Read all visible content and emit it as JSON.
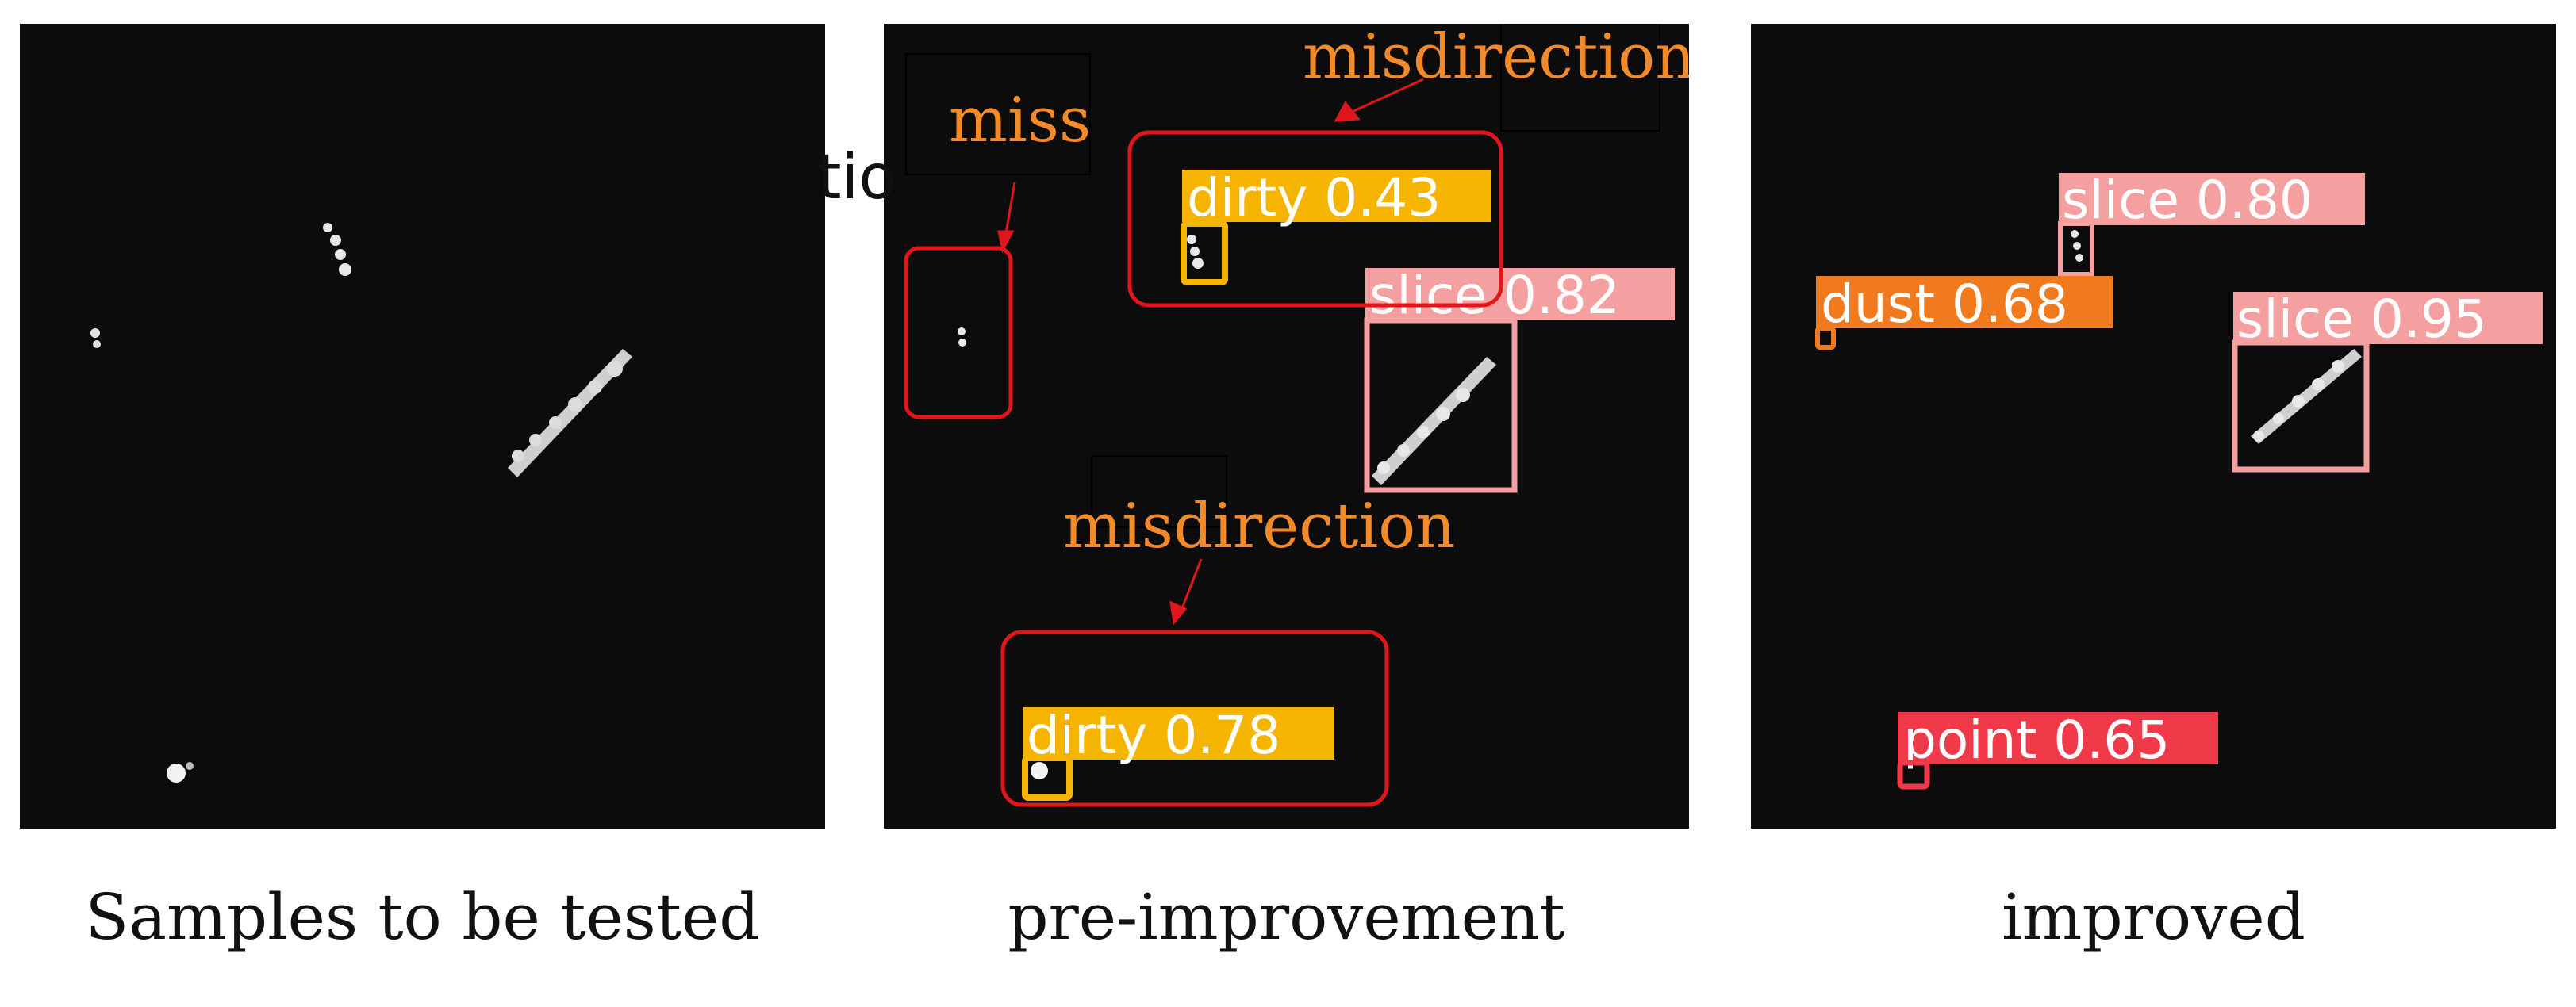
{
  "panels": [
    {
      "caption": "Samples to be tested"
    },
    {
      "caption": "pre-improvement",
      "annotations": [
        "miss",
        "misdirection",
        "misdirection"
      ],
      "detections": [
        {
          "label": "dirty 0.43",
          "color": "#f4b400"
        },
        {
          "label": "slice 0.82",
          "color": "#f4a0a0"
        },
        {
          "label": "dirty 0.78",
          "color": "#f4b400"
        }
      ],
      "annotation_color": "#f28a2a",
      "error_box_color": "#e0161b"
    },
    {
      "caption": "improved",
      "detections": [
        {
          "label": "slice 0.80",
          "color": "#f4a0a0"
        },
        {
          "label": "dust 0.68",
          "color": "#f27a1e"
        },
        {
          "label": "slice 0.95",
          "color": "#f4a0a0"
        },
        {
          "label": "point 0.65",
          "color": "#f03a4a"
        }
      ]
    }
  ],
  "overlap_text": "tio"
}
